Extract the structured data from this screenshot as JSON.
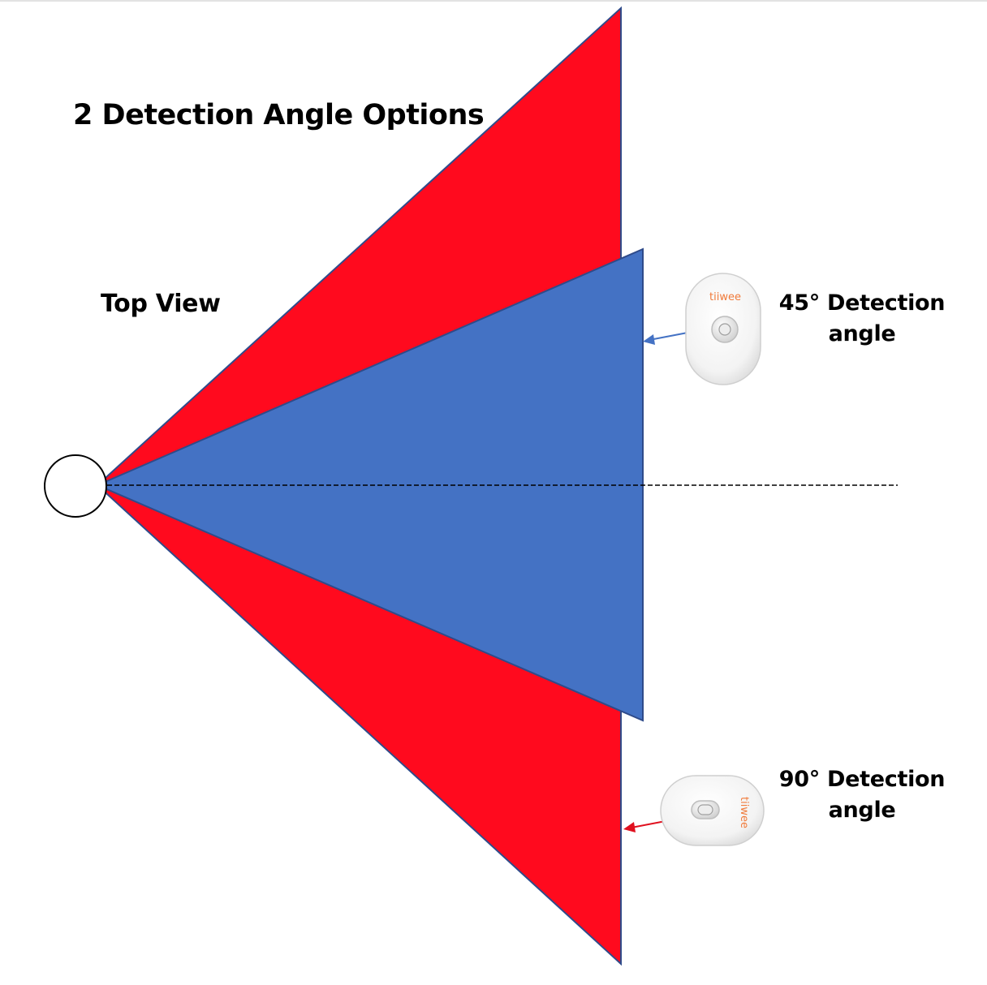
{
  "title": "2 Detection Angle Options",
  "view_label": "Top View",
  "options": [
    {
      "line1": "45° Detection",
      "line2": "angle",
      "angle_deg": 45,
      "color": "#4472C4",
      "brand": "tiiwee"
    },
    {
      "line1": "90° Detection",
      "line2": "angle",
      "angle_deg": 90,
      "color": "#FF0A1E",
      "brand": "tiiwee"
    }
  ],
  "colors": {
    "wide_zone": "#FF0A1E",
    "narrow_zone": "#4472C4",
    "outline": "#2F4B8A",
    "centerline": "#000000",
    "brand_text": "#F07A3A"
  }
}
